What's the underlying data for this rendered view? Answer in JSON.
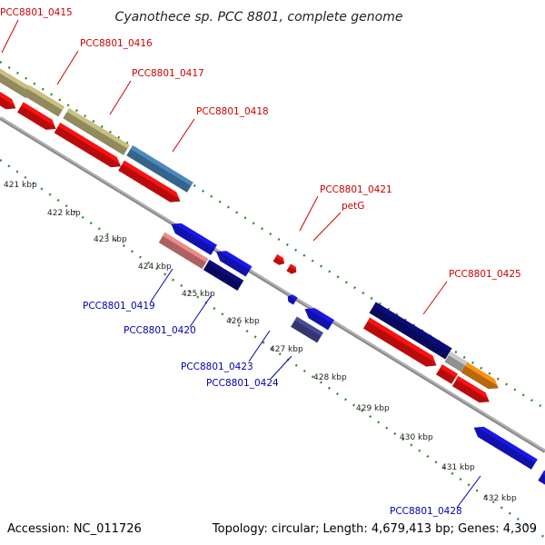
{
  "title": "Cyanothece sp. PCC 8801, complete genome",
  "accession": "Accession: NC_011726",
  "topology": "Topology: circular; Length: 4,679,413 bp; Genes: 4,309",
  "colors": {
    "backbone": "#8c8c8c",
    "dots": "#2e8b2e",
    "label_forward": "#cc0000",
    "label_reverse": "#0000aa",
    "gene_red": "#ff1010",
    "gene_khaki": "#c8c080",
    "gene_steel": "#4a8ac0",
    "gene_blue": "#1818ee",
    "gene_navy": "#0c0c80",
    "gene_pink": "#f08888",
    "gene_slate": "#4a4a9a",
    "gene_gray": "#c8c8c8",
    "gene_orange": "#ff9010"
  },
  "kbp_ticks": [
    {
      "label": "421 kbp"
    },
    {
      "label": "422 kbp"
    },
    {
      "label": "423 kbp"
    },
    {
      "label": "424 kbp"
    },
    {
      "label": "425 kbp"
    },
    {
      "label": "426 kbp"
    },
    {
      "label": "427 kbp"
    },
    {
      "label": "428 kbp"
    },
    {
      "label": "429 kbp"
    },
    {
      "label": "430 kbp"
    },
    {
      "label": "431 kbp"
    },
    {
      "label": "432 kbp"
    }
  ],
  "gene_labels": [
    {
      "text": "PCC8801_0415",
      "strand": "forward"
    },
    {
      "text": "PCC8801_0416",
      "strand": "forward"
    },
    {
      "text": "PCC8801_0417",
      "strand": "forward"
    },
    {
      "text": "PCC8801_0418",
      "strand": "forward"
    },
    {
      "text": "PCC8801_0421",
      "strand": "forward"
    },
    {
      "text": "petG",
      "strand": "forward"
    },
    {
      "text": "PCC8801_0425",
      "strand": "forward"
    },
    {
      "text": "PCC8801_0419",
      "strand": "reverse"
    },
    {
      "text": "PCC8801_0420",
      "strand": "reverse"
    },
    {
      "text": "PCC8801_0423",
      "strand": "reverse"
    },
    {
      "text": "PCC8801_0424",
      "strand": "reverse"
    },
    {
      "text": "PCC8801_0428",
      "strand": "reverse"
    }
  ]
}
